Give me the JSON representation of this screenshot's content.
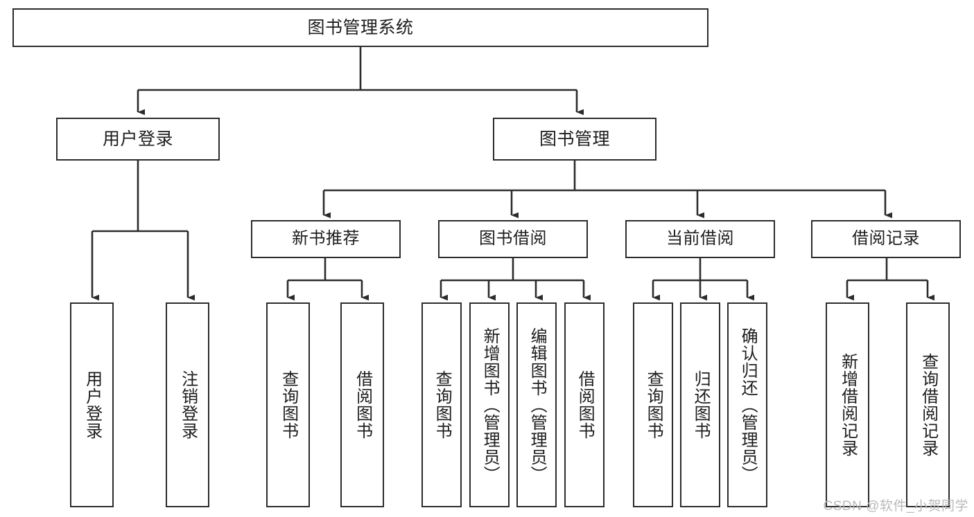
{
  "diagram": {
    "title": "图书管理系统",
    "type": "tree-hierarchy",
    "watermark": "CSDN @软件_小贺同学",
    "colors": {
      "stroke": "#2b2b2b",
      "fill": "#ffffff",
      "text": "#1d1d1d",
      "watermark": "#b9b9b9"
    },
    "nodes": {
      "root": {
        "label": "图书管理系统",
        "level": 1
      },
      "level2": [
        {
          "id": "user-login",
          "label": "用户登录"
        },
        {
          "id": "book-management",
          "label": "图书管理"
        }
      ],
      "level3": [
        {
          "id": "new-book-recommend",
          "label": "新书推荐",
          "parent": "book-management"
        },
        {
          "id": "book-borrow",
          "label": "图书借阅",
          "parent": "book-management"
        },
        {
          "id": "current-borrow",
          "label": "当前借阅",
          "parent": "book-management"
        },
        {
          "id": "borrow-record",
          "label": "借阅记录",
          "parent": "book-management"
        }
      ],
      "leaves": [
        {
          "id": "leaf-user-login",
          "label": "用户登录",
          "parent": "user-login"
        },
        {
          "id": "leaf-logout-login",
          "label": "注销登录",
          "parent": "user-login"
        },
        {
          "id": "leaf-query-book-1",
          "label": "查询图书",
          "parent": "new-book-recommend"
        },
        {
          "id": "leaf-borrow-book-1",
          "label": "借阅图书",
          "parent": "new-book-recommend"
        },
        {
          "id": "leaf-query-book-2",
          "label": "查询图书",
          "parent": "book-borrow"
        },
        {
          "id": "leaf-add-book",
          "label": "新增图书（管理员）",
          "parent": "book-borrow"
        },
        {
          "id": "leaf-edit-book",
          "label": "编辑图书（管理员）",
          "parent": "book-borrow"
        },
        {
          "id": "leaf-borrow-book-2",
          "label": "借阅图书",
          "parent": "book-borrow"
        },
        {
          "id": "leaf-query-book-3",
          "label": "查询图书",
          "parent": "current-borrow"
        },
        {
          "id": "leaf-return-book",
          "label": "归还图书",
          "parent": "current-borrow"
        },
        {
          "id": "leaf-confirm-return",
          "label": "确认归还（管理员）",
          "parent": "current-borrow"
        },
        {
          "id": "leaf-add-record",
          "label": "新增借阅记录",
          "parent": "borrow-record"
        },
        {
          "id": "leaf-query-record",
          "label": "查询借阅记录",
          "parent": "borrow-record"
        }
      ]
    }
  }
}
